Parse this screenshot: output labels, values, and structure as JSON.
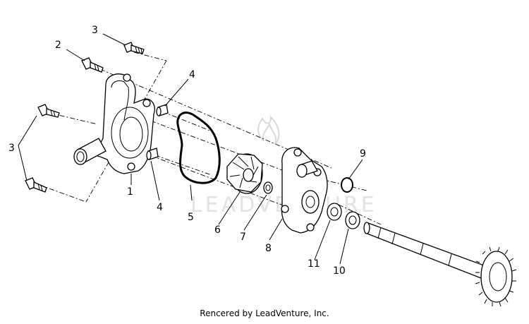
{
  "diagram": {
    "callouts": [
      {
        "id": "c3a",
        "label": "3"
      },
      {
        "id": "c2",
        "label": "2"
      },
      {
        "id": "c3b",
        "label": "3"
      },
      {
        "id": "c4a",
        "label": "4"
      },
      {
        "id": "c1",
        "label": "1"
      },
      {
        "id": "c4b",
        "label": "4"
      },
      {
        "id": "c5",
        "label": "5"
      },
      {
        "id": "c6",
        "label": "6"
      },
      {
        "id": "c7",
        "label": "7"
      },
      {
        "id": "c8",
        "label": "8"
      },
      {
        "id": "c9",
        "label": "9"
      },
      {
        "id": "c11",
        "label": "11"
      },
      {
        "id": "c10",
        "label": "10"
      }
    ],
    "watermark_text": "LEADVENTURE"
  },
  "footer": {
    "credit": "Rencered by LeadVenture, Inc."
  }
}
